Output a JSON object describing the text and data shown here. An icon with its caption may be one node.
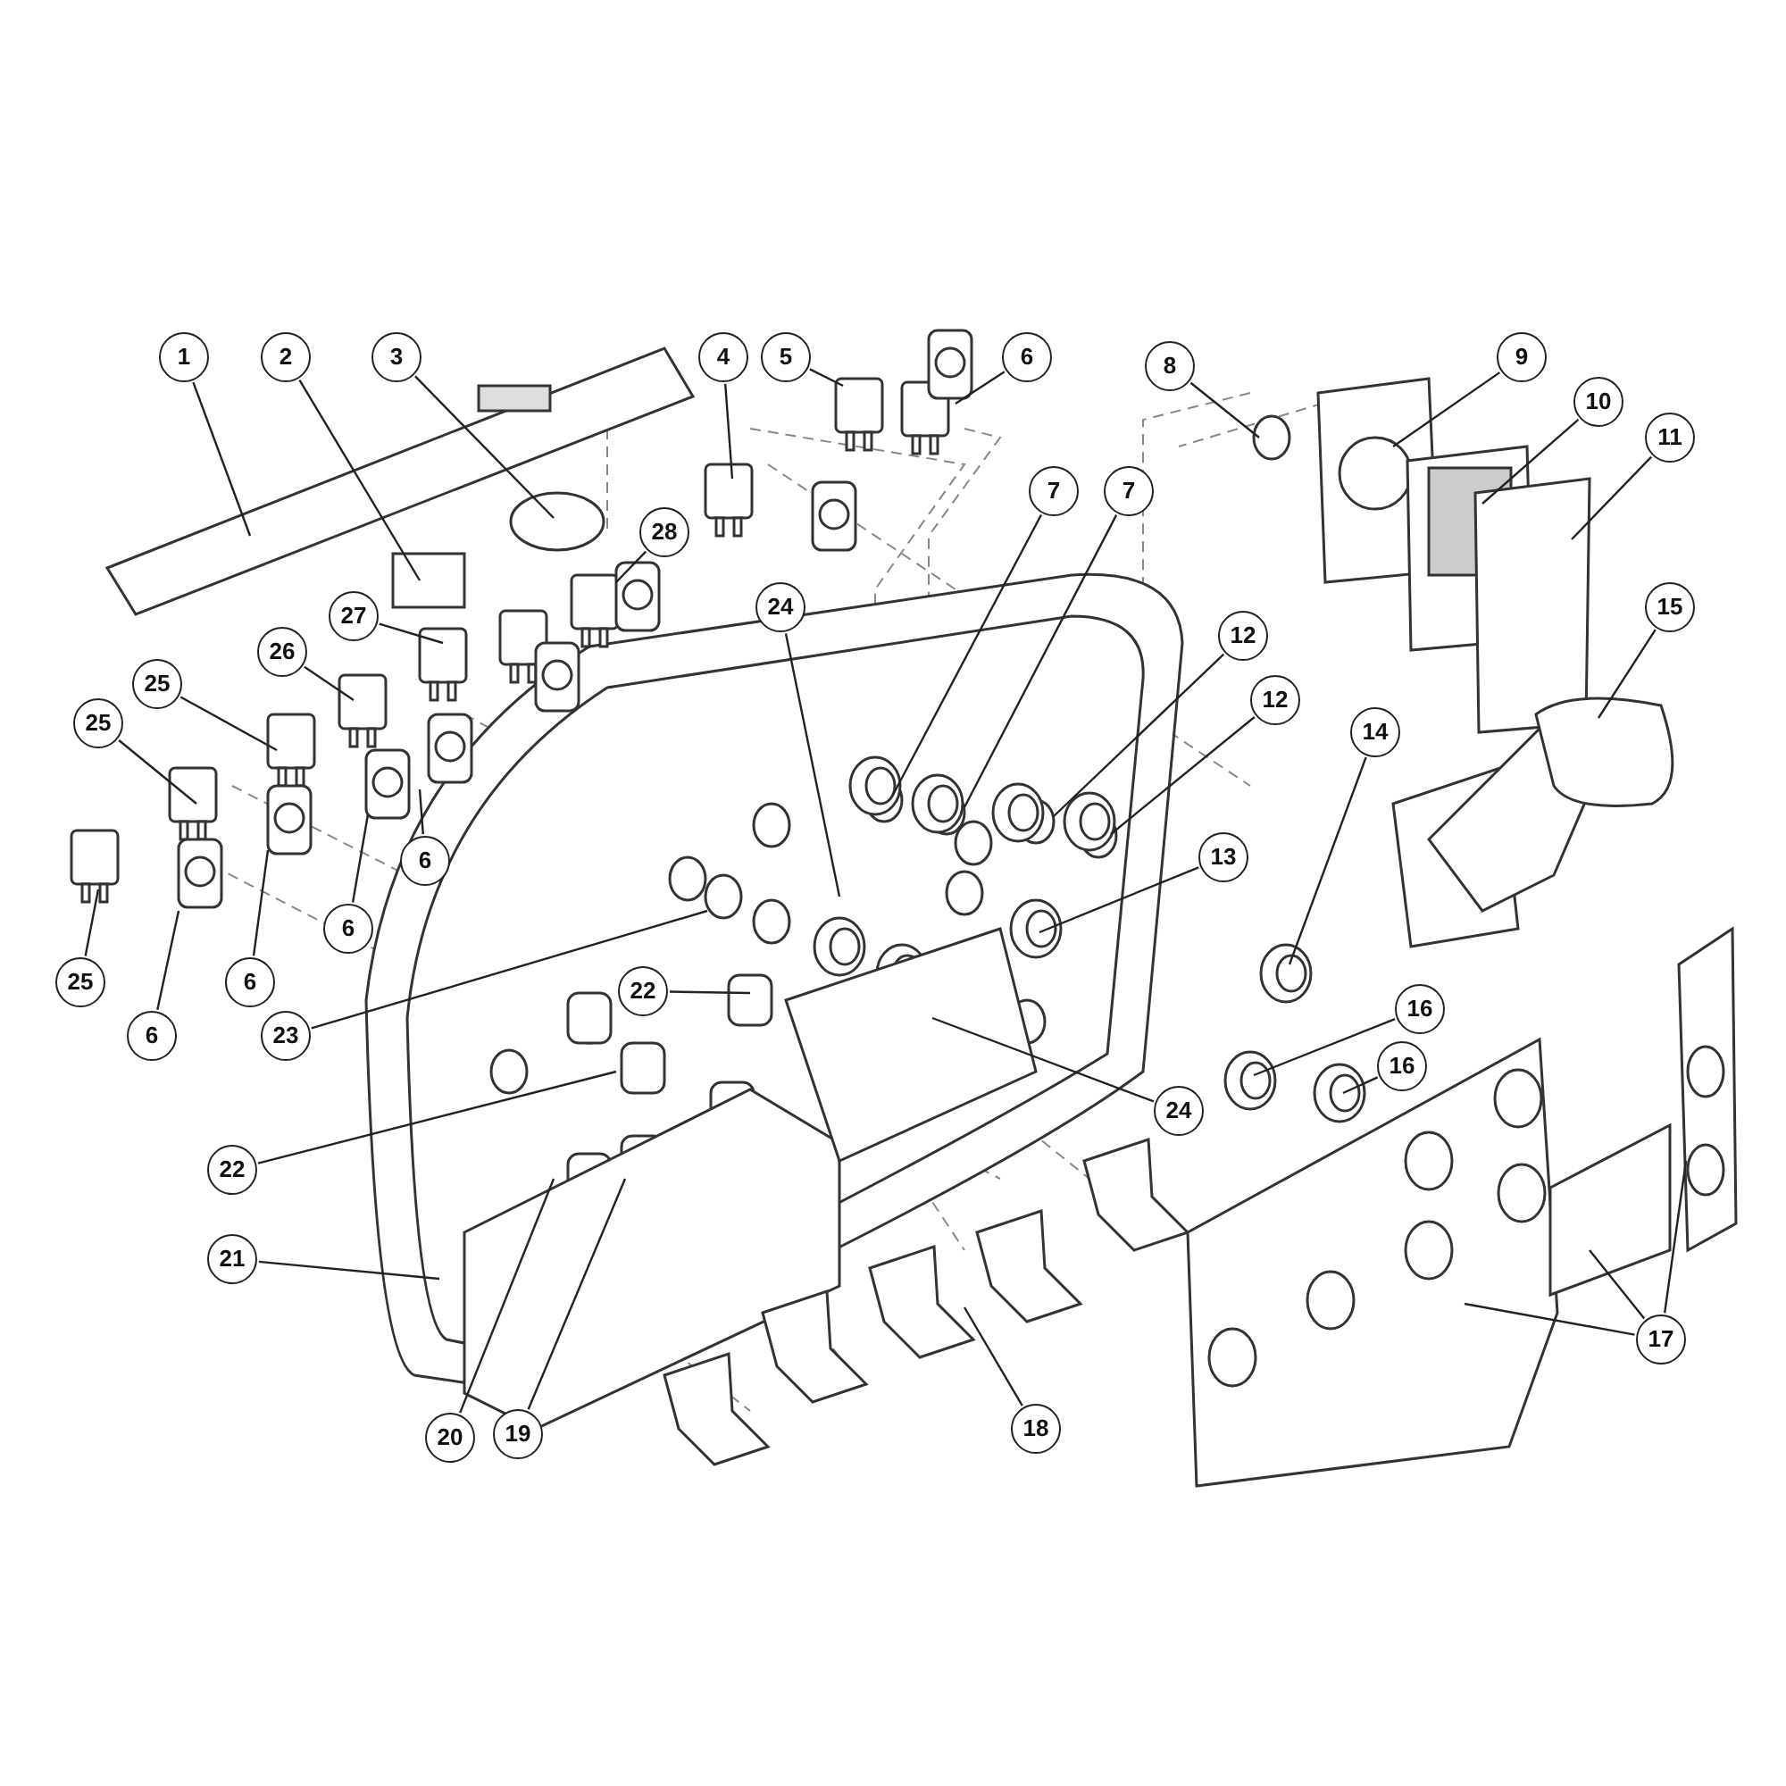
{
  "diagram": {
    "nodes": [
      {
        "text": [
          "1"
        ]
      },
      {
        "text": [
          "2"
        ]
      },
      {
        "text": [
          "3"
        ]
      },
      {
        "text": [
          "4"
        ]
      },
      {
        "text": [
          "5"
        ]
      },
      {
        "text": [
          "6"
        ]
      },
      {
        "text": [
          "8"
        ]
      },
      {
        "text": [
          "9"
        ]
      },
      {
        "text": [
          "10"
        ]
      },
      {
        "text": [
          "11"
        ]
      },
      {
        "text": [
          "7"
        ]
      },
      {
        "text": [
          "7"
        ]
      },
      {
        "text": [
          "28"
        ]
      },
      {
        "text": [
          "24"
        ]
      },
      {
        "text": [
          "27"
        ]
      },
      {
        "text": [
          "15"
        ]
      },
      {
        "text": [
          "26"
        ]
      },
      {
        "text": [
          "12"
        ]
      },
      {
        "text": [
          "25"
        ]
      },
      {
        "text": [
          "12"
        ]
      },
      {
        "text": [
          "25"
        ]
      },
      {
        "text": [
          "14"
        ]
      },
      {
        "text": [
          "6"
        ]
      },
      {
        "text": [
          "13"
        ]
      },
      {
        "text": [
          "6"
        ]
      },
      {
        "text": [
          "6"
        ]
      },
      {
        "text": [
          "25"
        ]
      },
      {
        "text": [
          "22"
        ]
      },
      {
        "text": [
          "16"
        ]
      },
      {
        "text": [
          "6"
        ]
      },
      {
        "text": [
          "23"
        ]
      },
      {
        "text": [
          "16"
        ]
      },
      {
        "text": [
          "24"
        ]
      },
      {
        "text": [
          "22"
        ]
      },
      {
        "text": [
          "21"
        ]
      },
      {
        "text": [
          "17"
        ]
      },
      {
        "text": [
          "18"
        ]
      },
      {
        "text": [
          "20"
        ]
      },
      {
        "text": [
          "19"
        ]
      }
    ],
    "edges": [
      {
        "from": 0,
        "to": null,
        "arrow": "none"
      },
      {
        "from": 1,
        "to": null,
        "arrow": "none"
      },
      {
        "from": 2,
        "to": null,
        "arrow": "none"
      },
      {
        "from": 3,
        "to": null,
        "arrow": "none"
      },
      {
        "from": 4,
        "to": null,
        "arrow": "none"
      },
      {
        "from": 5,
        "to": null,
        "arrow": "none"
      },
      {
        "from": 6,
        "to": null,
        "arrow": "none"
      },
      {
        "from": 7,
        "to": null,
        "arrow": "none"
      },
      {
        "from": 8,
        "to": null,
        "arrow": "none"
      },
      {
        "from": 9,
        "to": null,
        "arrow": "none"
      },
      {
        "from": 10,
        "to": null,
        "arrow": "none"
      },
      {
        "from": 11,
        "to": null,
        "arrow": "none"
      },
      {
        "from": 12,
        "to": null,
        "arrow": "none"
      },
      {
        "from": 13,
        "to": null,
        "arrow": "none"
      },
      {
        "from": 14,
        "to": null,
        "arrow": "none"
      },
      {
        "from": 15,
        "to": null,
        "arrow": "none"
      },
      {
        "from": 16,
        "to": null,
        "arrow": "none"
      },
      {
        "from": 17,
        "to": null,
        "arrow": "none"
      },
      {
        "from": 18,
        "to": null,
        "arrow": "none"
      },
      {
        "from": 19,
        "to": null,
        "arrow": "none"
      },
      {
        "from": 20,
        "to": null,
        "arrow": "none"
      },
      {
        "from": 21,
        "to": null,
        "arrow": "none"
      },
      {
        "from": 22,
        "to": null,
        "arrow": "none"
      },
      {
        "from": 23,
        "to": null,
        "arrow": "none"
      },
      {
        "from": 24,
        "to": null,
        "arrow": "none"
      },
      {
        "from": 25,
        "to": null,
        "arrow": "none"
      },
      {
        "from": 26,
        "to": null,
        "arrow": "none"
      },
      {
        "from": 27,
        "to": null,
        "arrow": "none"
      },
      {
        "from": 28,
        "to": null,
        "arrow": "none"
      },
      {
        "from": 29,
        "to": null,
        "arrow": "none"
      },
      {
        "from": 30,
        "to": null,
        "arrow": "none"
      },
      {
        "from": 31,
        "to": null,
        "arrow": "none"
      },
      {
        "from": 32,
        "to": null,
        "arrow": "none"
      },
      {
        "from": 33,
        "to": null,
        "arrow": "none"
      },
      {
        "from": 34,
        "to": null,
        "arrow": "none"
      },
      {
        "from": 35,
        "to": null,
        "arrow": "none"
      },
      {
        "from": 35,
        "to": null,
        "arrow": "none"
      },
      {
        "from": 35,
        "to": null,
        "arrow": "none"
      },
      {
        "from": 36,
        "to": null,
        "arrow": "none"
      },
      {
        "from": 37,
        "to": null,
        "arrow": "none"
      },
      {
        "from": 38,
        "to": null,
        "arrow": "none"
      }
    ]
  }
}
